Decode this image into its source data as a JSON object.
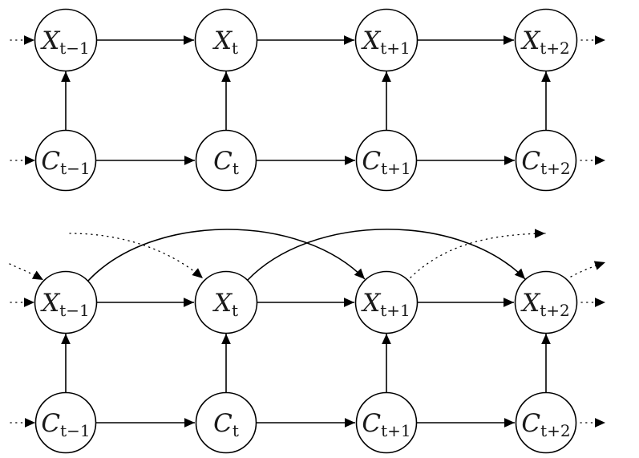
{
  "diagrams": [
    {
      "id": "first-order",
      "nodes": [
        {
          "id": "X0",
          "base": "X",
          "sub": "t−1"
        },
        {
          "id": "X1",
          "base": "X",
          "sub": "t"
        },
        {
          "id": "X2",
          "base": "X",
          "sub": "t+1"
        },
        {
          "id": "X3",
          "base": "X",
          "sub": "t+2"
        },
        {
          "id": "C0",
          "base": "C",
          "sub": "t−1"
        },
        {
          "id": "C1",
          "base": "C",
          "sub": "t"
        },
        {
          "id": "C2",
          "base": "C",
          "sub": "t+1"
        },
        {
          "id": "C3",
          "base": "C",
          "sub": "t+2"
        }
      ],
      "edges": [
        {
          "from": "X0",
          "to": "X1",
          "style": "solid"
        },
        {
          "from": "X1",
          "to": "X2",
          "style": "solid"
        },
        {
          "from": "X2",
          "to": "X3",
          "style": "solid"
        },
        {
          "from": "C0",
          "to": "C1",
          "style": "solid"
        },
        {
          "from": "C1",
          "to": "C2",
          "style": "solid"
        },
        {
          "from": "C2",
          "to": "C3",
          "style": "solid"
        },
        {
          "from": "C0",
          "to": "X0",
          "style": "solid"
        },
        {
          "from": "C1",
          "to": "X1",
          "style": "solid"
        },
        {
          "from": "C2",
          "to": "X2",
          "style": "solid"
        },
        {
          "from": "C3",
          "to": "X3",
          "style": "solid"
        },
        {
          "from": "…",
          "to": "X0",
          "style": "dotted"
        },
        {
          "from": "X3",
          "to": "…",
          "style": "dotted"
        },
        {
          "from": "…",
          "to": "C0",
          "style": "dotted"
        },
        {
          "from": "C3",
          "to": "…",
          "style": "dotted"
        }
      ]
    },
    {
      "id": "second-order",
      "nodes": [
        {
          "id": "X0",
          "base": "X",
          "sub": "t−1"
        },
        {
          "id": "X1",
          "base": "X",
          "sub": "t"
        },
        {
          "id": "X2",
          "base": "X",
          "sub": "t+1"
        },
        {
          "id": "X3",
          "base": "X",
          "sub": "t+2"
        },
        {
          "id": "C0",
          "base": "C",
          "sub": "t−1"
        },
        {
          "id": "C1",
          "base": "C",
          "sub": "t"
        },
        {
          "id": "C2",
          "base": "C",
          "sub": "t+1"
        },
        {
          "id": "C3",
          "base": "C",
          "sub": "t+2"
        }
      ],
      "edges": [
        {
          "from": "X0",
          "to": "X1",
          "style": "solid"
        },
        {
          "from": "X1",
          "to": "X2",
          "style": "solid"
        },
        {
          "from": "X2",
          "to": "X3",
          "style": "solid"
        },
        {
          "from": "X0",
          "to": "X2",
          "style": "solid-arc"
        },
        {
          "from": "X1",
          "to": "X3",
          "style": "solid-arc"
        },
        {
          "from": "C0",
          "to": "C1",
          "style": "solid"
        },
        {
          "from": "C1",
          "to": "C2",
          "style": "solid"
        },
        {
          "from": "C2",
          "to": "C3",
          "style": "solid"
        },
        {
          "from": "C0",
          "to": "X0",
          "style": "solid"
        },
        {
          "from": "C1",
          "to": "X1",
          "style": "solid"
        },
        {
          "from": "C2",
          "to": "X2",
          "style": "solid"
        },
        {
          "from": "C3",
          "to": "X3",
          "style": "solid"
        },
        {
          "from": "…",
          "to": "X0",
          "style": "dotted"
        },
        {
          "from": "…",
          "to": "X0",
          "style": "dotted-arc"
        },
        {
          "from": "…",
          "to": "X1",
          "style": "dotted-arc"
        },
        {
          "from": "X2",
          "to": "…",
          "style": "dotted-arc"
        },
        {
          "from": "X3",
          "to": "…",
          "style": "dotted-arc"
        },
        {
          "from": "X3",
          "to": "…",
          "style": "dotted"
        },
        {
          "from": "…",
          "to": "C0",
          "style": "dotted"
        },
        {
          "from": "C3",
          "to": "…",
          "style": "dotted"
        }
      ]
    }
  ]
}
